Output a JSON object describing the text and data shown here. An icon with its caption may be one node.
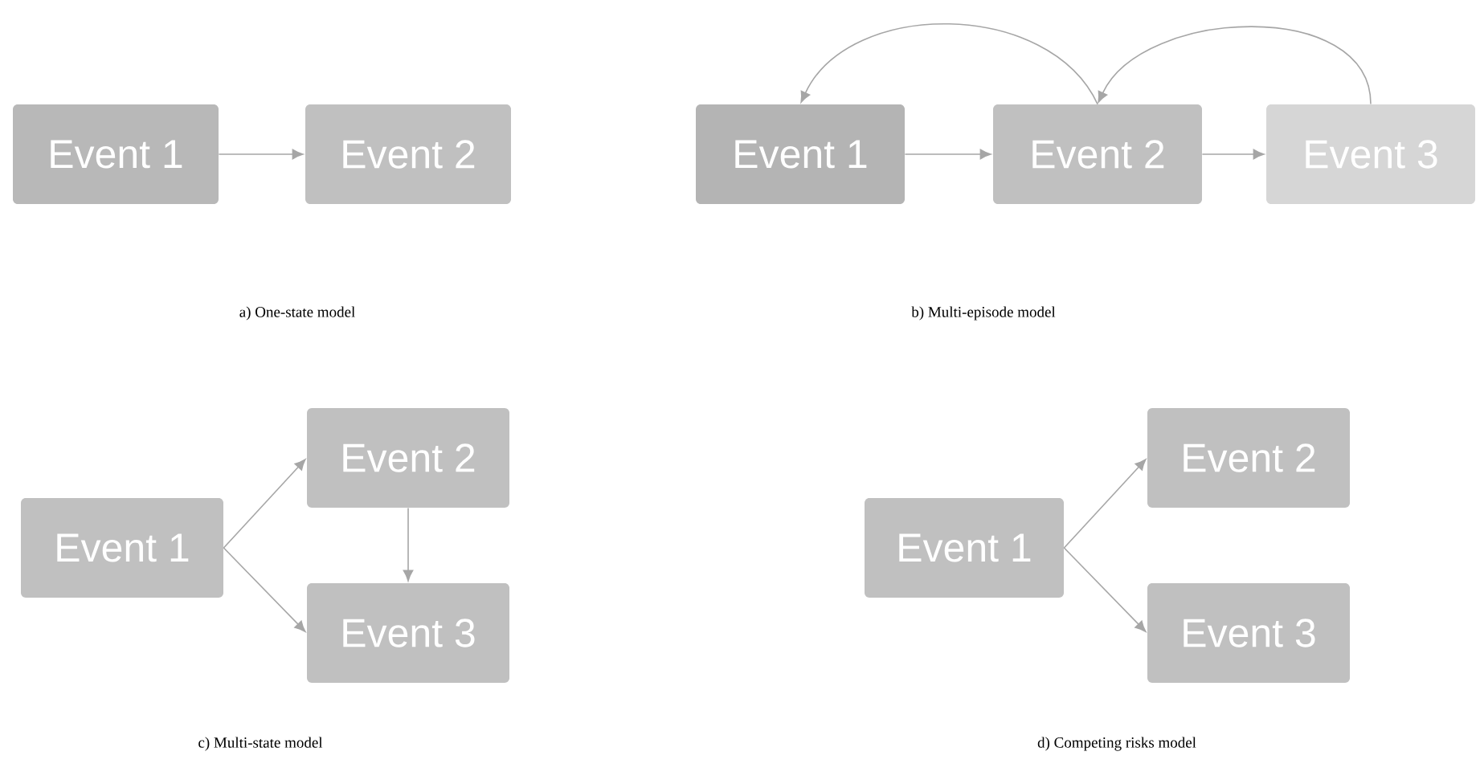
{
  "diagram": {
    "nodes": [
      {
        "text": [
          "Event 1"
        ]
      },
      {
        "text": [
          "Event 2"
        ]
      },
      {
        "text": [
          "Event 1"
        ]
      },
      {
        "text": [
          "Event 2"
        ]
      },
      {
        "text": [
          "Event 3"
        ]
      },
      {
        "text": [
          "Event 1"
        ]
      },
      {
        "text": [
          "Event 2"
        ]
      },
      {
        "text": [
          "Event 3"
        ]
      },
      {
        "text": [
          "Event 1"
        ]
      },
      {
        "text": [
          "Event 2"
        ]
      },
      {
        "text": [
          "Event 3"
        ]
      }
    ],
    "edges": [
      {
        "from": 0,
        "to": 1,
        "arrow": "to"
      },
      {
        "from": 2,
        "to": 3,
        "arrow": "to"
      },
      {
        "from": 3,
        "to": 4,
        "arrow": "to"
      },
      {
        "from": 3,
        "to": 2,
        "arrow": "to"
      },
      {
        "from": 4,
        "to": 3,
        "arrow": "to"
      },
      {
        "from": 5,
        "to": 6,
        "arrow": "to"
      },
      {
        "from": 5,
        "to": 7,
        "arrow": "to"
      },
      {
        "from": 6,
        "to": 7,
        "arrow": "to"
      },
      {
        "from": 8,
        "to": 9,
        "arrow": "to"
      },
      {
        "from": 8,
        "to": 10,
        "arrow": "to"
      }
    ],
    "labels": [
      "a) One-state model",
      "b) Multi-episode model",
      "c) Multi-state model",
      "d) Competing risks model"
    ]
  }
}
